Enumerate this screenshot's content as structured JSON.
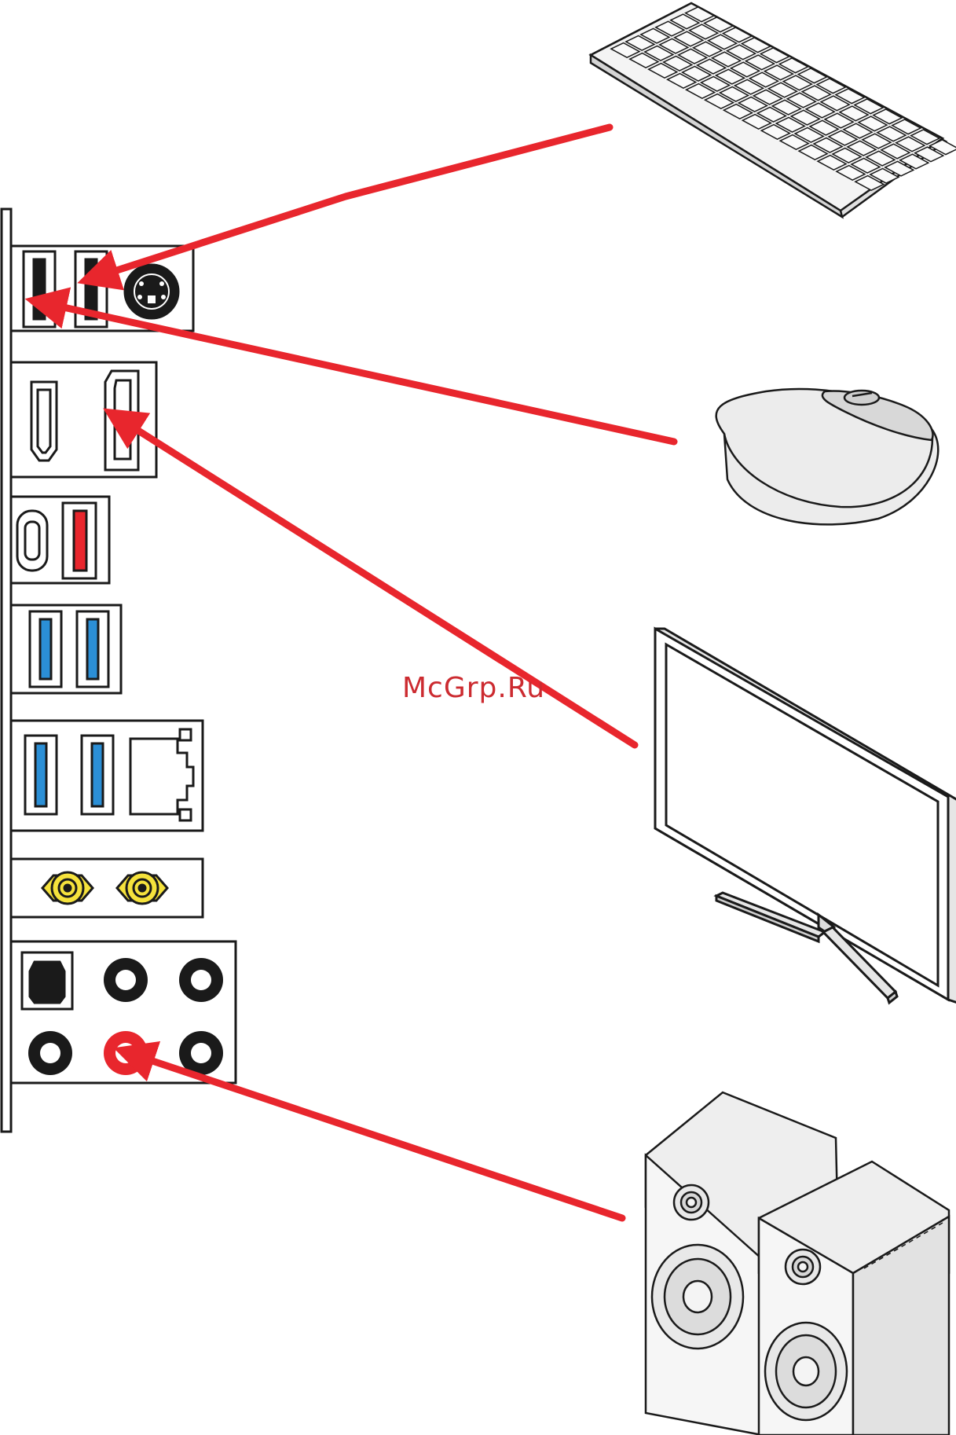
{
  "watermark": "McGrp.Ru",
  "colors": {
    "arrow": "#e8262d",
    "usb_red": "#e8262d",
    "usb_blue": "#2b8fd6",
    "antenna_gold": "#f5e23c",
    "outline": "#1a1a1a",
    "device_fill": "#f2f2f2"
  },
  "devices": [
    {
      "name": "keyboard",
      "icon": "keyboard-icon"
    },
    {
      "name": "mouse",
      "icon": "mouse-icon"
    },
    {
      "name": "monitor",
      "icon": "monitor-icon"
    },
    {
      "name": "speakers",
      "icon": "speakers-icon"
    }
  ],
  "rear_panel_ports": [
    "usb-2.0",
    "ps2-port",
    "hdmi-port",
    "displayport",
    "usb-type-c",
    "usb-red",
    "usb-3-blue",
    "lan-port",
    "wifi-antenna-connector",
    "optical-spdif",
    "audio-jacks"
  ]
}
